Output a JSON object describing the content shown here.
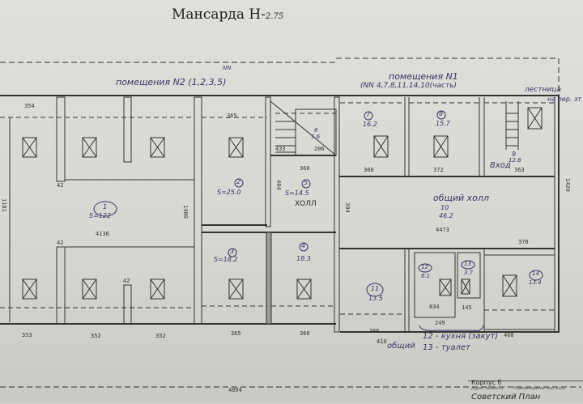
{
  "title": "Мансарда Н-",
  "height_note": "2.75",
  "group_left": {
    "label": "помещения N2 (1,2,3,5)",
    "nn_mark": "NN"
  },
  "group_right": {
    "label": "помещения N1",
    "sub": "(NN 4,7,8,11,14,10(часть)"
  },
  "stairs_note": {
    "line1": "лестница",
    "line2": "на пер. эт"
  },
  "entrance": "Вход",
  "hall_labels": {
    "hall_5": "ХОЛЛ",
    "common_hall": "общий холл"
  },
  "rooms": [
    {
      "no": "1",
      "area": "S=122"
    },
    {
      "no": "2",
      "area": "S=25.0"
    },
    {
      "no": "3",
      "area": "S=18.2"
    },
    {
      "no": "4",
      "area": "18.3"
    },
    {
      "no": "5",
      "area": "S=14.5"
    },
    {
      "no": "6",
      "area": "5.6"
    },
    {
      "no": "7",
      "area": "16.2"
    },
    {
      "no": "8",
      "area": "15.7"
    },
    {
      "no": "9",
      "area": "12.8"
    },
    {
      "no": "10",
      "area": "46.2"
    },
    {
      "no": "11",
      "area": "13.5"
    },
    {
      "no": "12",
      "area": "8.1"
    },
    {
      "no": "13",
      "area": "3.7"
    },
    {
      "no": "14",
      "area": "13.4"
    }
  ],
  "dimensions": {
    "d354": "354",
    "d353": "353",
    "d352a": "352",
    "d352b": "352",
    "d365top": "365",
    "d365bot": "365",
    "d360hall": "360",
    "d360bot": "360",
    "d206": "206",
    "d433": "433",
    "d4136": "4136",
    "d1181": "1181",
    "d1400": "1400",
    "d4094": "4094",
    "d368": "368",
    "d372": "372",
    "d363": "363",
    "d4473": "4473",
    "d370": "370",
    "d1420": "1420",
    "d834": "834",
    "d145": "145",
    "d249": "249",
    "d468": "468",
    "d410": "410",
    "d42a": "42",
    "d42b": "42",
    "d42c": "42",
    "d394": "394",
    "d404": "404",
    "d366": "366"
  },
  "legend_note": {
    "bracket": "общий",
    "item12": "12 - кухня (закут)",
    "item13": "13 - туалет"
  },
  "stamp": {
    "line1": "Корпус б",
    "line2": "Адрес объекта",
    "line3": "Наименование чертежа",
    "line4": "Советский План"
  }
}
